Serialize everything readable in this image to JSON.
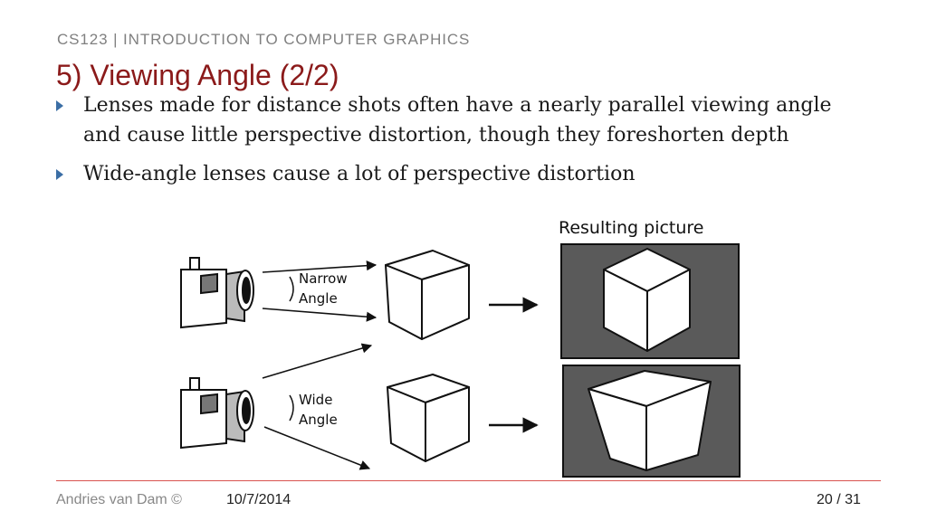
{
  "header": {
    "course": "CS123 | INTRODUCTION TO COMPUTER GRAPHICS",
    "title": "5) Viewing Angle (2/2)"
  },
  "bullets": [
    {
      "text": "Lenses made for distance shots often have a nearly parallel viewing angle and cause little perspective distortion, though they foreshorten depth"
    },
    {
      "text": "Wide-angle lenses cause a lot of perspective distortion"
    }
  ],
  "figure": {
    "caption": "Resulting picture",
    "narrow": {
      "line1": "Narrow",
      "line2": "Angle"
    },
    "wide": {
      "line1": "Wide",
      "line2": "Angle"
    },
    "picture_bg": "#5a5a5a"
  },
  "footer": {
    "author": "Andries van Dam ©",
    "date": "10/7/2014",
    "page": "20 / 31"
  },
  "colors": {
    "title": "#8b1a1a",
    "bullet": "#3b6ea5",
    "rule": "#d9534f"
  }
}
